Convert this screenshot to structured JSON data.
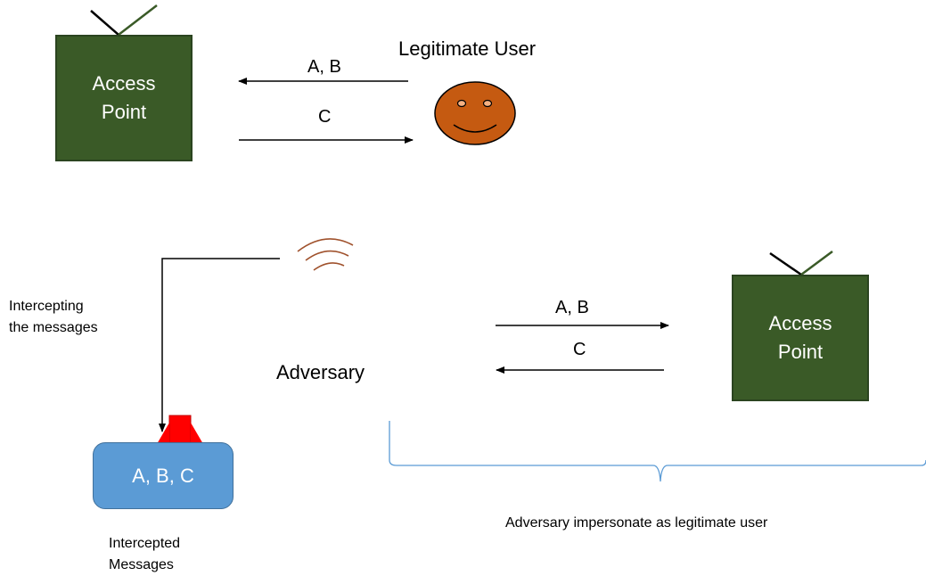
{
  "top_scene": {
    "access_point": {
      "line1": "Access",
      "line2": "Point"
    },
    "user_label": "Legitimate User",
    "arrow_to_ap_label": "A, B",
    "arrow_to_user_label": "C"
  },
  "bottom_scene": {
    "intercept_note": {
      "line1": "Intercepting",
      "line2": "the messages"
    },
    "adversary_label": "Adversary",
    "arrow_to_ap_label": "A, B",
    "arrow_to_adversary_label": "C",
    "access_point": {
      "line1": "Access",
      "line2": "Point"
    },
    "store_label": "A, B, C",
    "store_caption": {
      "line1": "Intercepted",
      "line2": "Messages"
    },
    "brace_caption": "Adversary impersonate as legitimate user"
  },
  "colors": {
    "access_point_fill": "#3a5a27",
    "user_face_fill": "#c55a11",
    "store_fill": "#5b9bd5",
    "brace_stroke": "#5b9bd5",
    "signal_stroke": "#a0522d",
    "marker_fill": "#ff0000"
  }
}
